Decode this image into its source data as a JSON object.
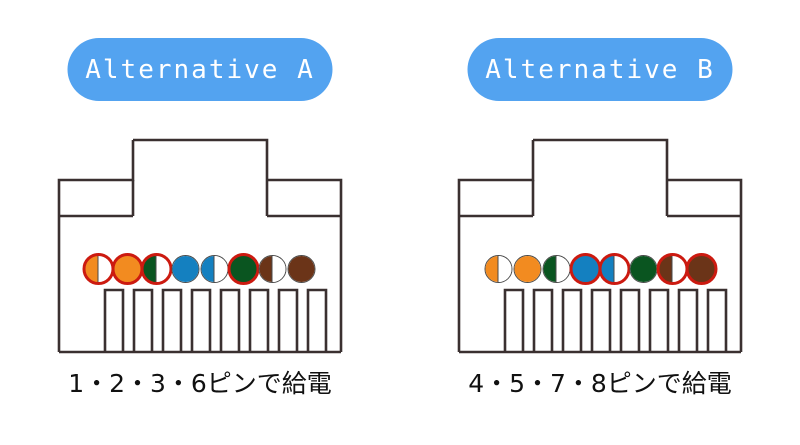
{
  "colors": {
    "badge_blue": "#53A3F0",
    "badge_text": "#FFFFFF",
    "outline": "#3A3030",
    "ring_red": "#CC1A10",
    "orange": "#F28B20",
    "green": "#0A5520",
    "blue": "#1480C0",
    "brown": "#6B3418",
    "white": "#FFFFFF",
    "caption_text": "#111111",
    "background": "#FFFFFF"
  },
  "panels": [
    {
      "id": "alternative-a",
      "badge_label": "Alternative A",
      "caption": "1・2・3・6ピンで給電",
      "powered_pins": [
        1,
        2,
        3,
        6
      ],
      "pins": [
        {
          "number": 1,
          "name": "white-orange",
          "left": "#F28B20",
          "right": "#FFFFFF",
          "split": true,
          "ring": true
        },
        {
          "number": 2,
          "name": "orange",
          "left": "#F28B20",
          "right": "#F28B20",
          "split": false,
          "ring": true
        },
        {
          "number": 3,
          "name": "white-green",
          "left": "#0A5520",
          "right": "#FFFFFF",
          "split": true,
          "ring": true
        },
        {
          "number": 4,
          "name": "blue",
          "left": "#1480C0",
          "right": "#1480C0",
          "split": false,
          "ring": false
        },
        {
          "number": 5,
          "name": "white-blue",
          "left": "#1480C0",
          "right": "#FFFFFF",
          "split": true,
          "ring": false
        },
        {
          "number": 6,
          "name": "green",
          "left": "#0A5520",
          "right": "#0A5520",
          "split": false,
          "ring": true
        },
        {
          "number": 7,
          "name": "white-brown",
          "left": "#6B3418",
          "right": "#FFFFFF",
          "split": true,
          "ring": false
        },
        {
          "number": 8,
          "name": "brown",
          "left": "#6B3418",
          "right": "#6B3418",
          "split": false,
          "ring": false
        }
      ]
    },
    {
      "id": "alternative-b",
      "badge_label": "Alternative B",
      "caption": "4・5・7・8ピンで給電",
      "powered_pins": [
        4,
        5,
        7,
        8
      ],
      "pins": [
        {
          "number": 1,
          "name": "white-orange",
          "left": "#F28B20",
          "right": "#FFFFFF",
          "split": true,
          "ring": false
        },
        {
          "number": 2,
          "name": "orange",
          "left": "#F28B20",
          "right": "#F28B20",
          "split": false,
          "ring": false
        },
        {
          "number": 3,
          "name": "white-green",
          "left": "#0A5520",
          "right": "#FFFFFF",
          "split": true,
          "ring": false
        },
        {
          "number": 4,
          "name": "blue",
          "left": "#1480C0",
          "right": "#1480C0",
          "split": false,
          "ring": true
        },
        {
          "number": 5,
          "name": "white-blue",
          "left": "#1480C0",
          "right": "#FFFFFF",
          "split": true,
          "ring": true
        },
        {
          "number": 6,
          "name": "green",
          "left": "#0A5520",
          "right": "#0A5520",
          "split": false,
          "ring": false
        },
        {
          "number": 7,
          "name": "white-brown",
          "left": "#6B3418",
          "right": "#FFFFFF",
          "split": true,
          "ring": true
        },
        {
          "number": 8,
          "name": "brown",
          "left": "#6B3418",
          "right": "#6B3418",
          "split": false,
          "ring": true
        }
      ]
    }
  ]
}
